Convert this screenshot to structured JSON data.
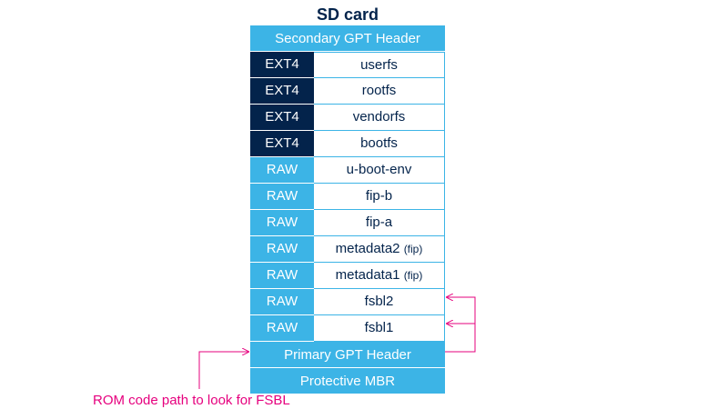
{
  "title": "SD card",
  "secondary_gpt": "Secondary GPT Header",
  "partitions": [
    {
      "type": "EXT4",
      "name": "userfs",
      "suffix": ""
    },
    {
      "type": "EXT4",
      "name": "rootfs",
      "suffix": ""
    },
    {
      "type": "EXT4",
      "name": "vendorfs",
      "suffix": ""
    },
    {
      "type": "EXT4",
      "name": "bootfs",
      "suffix": ""
    },
    {
      "type": "RAW",
      "name": "u-boot-env",
      "suffix": ""
    },
    {
      "type": "RAW",
      "name": "fip-b",
      "suffix": ""
    },
    {
      "type": "RAW",
      "name": "fip-a",
      "suffix": ""
    },
    {
      "type": "RAW",
      "name": "metadata2",
      "suffix": "(fip)"
    },
    {
      "type": "RAW",
      "name": "metadata1",
      "suffix": "(fip)"
    },
    {
      "type": "RAW",
      "name": "fsbl2",
      "suffix": ""
    },
    {
      "type": "RAW",
      "name": "fsbl1",
      "suffix": ""
    }
  ],
  "primary_gpt": "Primary GPT Header",
  "protective_mbr": "Protective MBR",
  "rom_label": "ROM code path to look for FSBL",
  "colors": {
    "ext4": "#03234b",
    "raw": "#3cb4e6",
    "arrow": "#e6007e"
  }
}
